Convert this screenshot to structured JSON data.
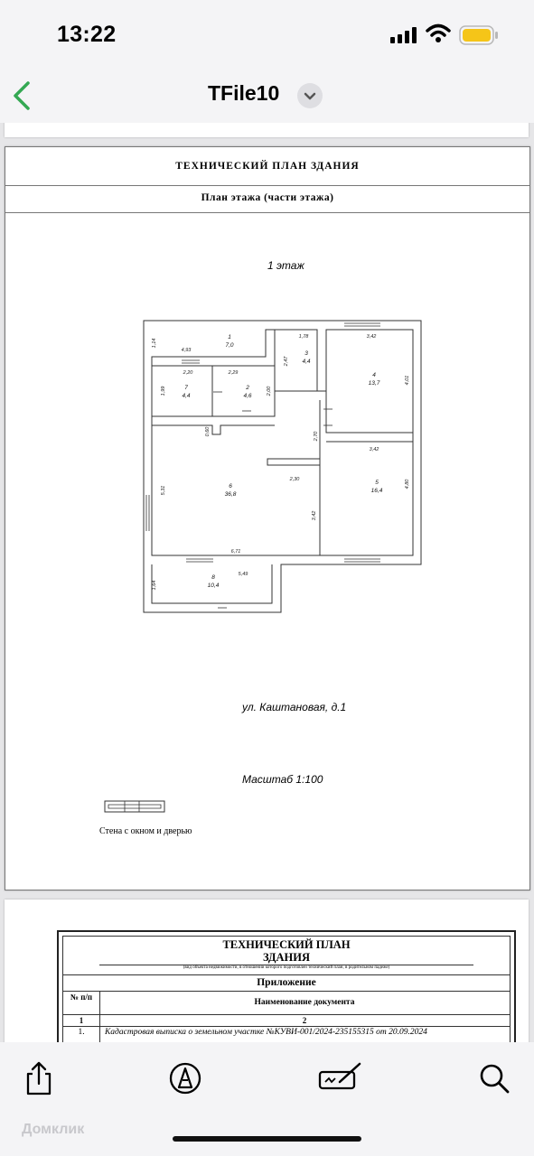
{
  "status": {
    "time": "13:22"
  },
  "nav": {
    "title": "TFile10"
  },
  "plan_page": {
    "title": "ТЕХНИЧЕСКИЙ ПЛАН ЗДАНИЯ",
    "subtitle": "План этажа (части этажа)",
    "floor": "1 этаж",
    "street": "ул. Каштановая, д.1",
    "scale": "Масштаб 1:100",
    "legend": "Стена с окном и дверью",
    "rooms": [
      {
        "num": "1",
        "area": "7,0"
      },
      {
        "num": "2",
        "area": "4,6"
      },
      {
        "num": "3",
        "area": "4,4"
      },
      {
        "num": "4",
        "area": "13,7"
      },
      {
        "num": "5",
        "area": "16,4"
      },
      {
        "num": "6",
        "area": "36,8"
      },
      {
        "num": "7",
        "area": "4,4"
      },
      {
        "num": "8",
        "area": "10,4"
      }
    ],
    "dims": [
      "1,14",
      "4,93",
      "2,20",
      "2,29",
      "1,78",
      "2,47",
      "3,42",
      "4,01",
      "1,99",
      "2,00",
      "0,60",
      "2,70",
      "3,42",
      "4,80",
      "2,30",
      "5,31",
      "3,42",
      "6,71",
      "5,49",
      "1,64"
    ]
  },
  "doc_page": {
    "title1": "ТЕХНИЧЕСКИЙ ПЛАН",
    "title2": "ЗДАНИЯ",
    "hint": "(вид объекта недвижимости, в отношении которого подготовлен технический план, в родительном падеже)",
    "section": "Приложение",
    "col1": "№ п/п",
    "col2": "Наименование документа",
    "num1": "1",
    "num2": "2",
    "row1_num": "1.",
    "row1_text": "Кадастровая выписка о земельном участке №КУВИ-001/2024-235155315 от 20.09.2024"
  },
  "toolbar": {
    "share": "share-icon",
    "markup": "markup-icon",
    "sign": "signature-icon",
    "search": "search-icon"
  },
  "watermark": "Домклик",
  "colors": {
    "accent": "#34a853",
    "battery": "#f5c518"
  }
}
